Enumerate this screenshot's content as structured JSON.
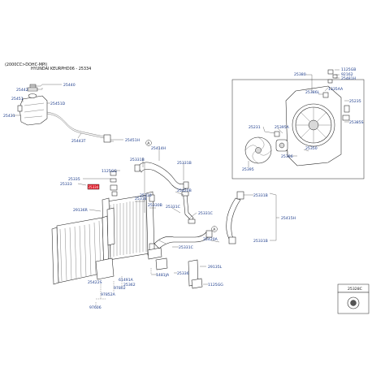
{
  "header": {
    "engine": "(2000CC>DOHC-MPI)",
    "model_code": "HYUNDAI KEURPHD06 - 25334"
  },
  "labels": {
    "l25440": "25440",
    "l25442": "25442",
    "l25451": "25451",
    "l25451D": "25451D",
    "l25431": "25431",
    "l25443T": "25443T",
    "l25451H": "25451H",
    "l25414H": "25414H",
    "l25331B_a": "25331B",
    "l25331B_b": "25331B",
    "l1125GG_a": "1125GG",
    "l25335": "25335",
    "l25333": "25333",
    "l25334": "25334",
    "l25310": "25310",
    "l25318": "25318",
    "l25330B": "25330B",
    "l25420B": "25420B",
    "l25331C_a": "25331C",
    "l25331C_b": "25331C",
    "l25331B_c": "25331B",
    "l25415H": "25415H",
    "l25331B_d": "25331B",
    "l25420A": "25420A",
    "l25331C_c": "25331C",
    "l29136R": "29136R",
    "l29135L": "29135L",
    "l1481JA": "1481JA",
    "l25336": "25336",
    "l1125GG_b": "1125GG",
    "l25422S": "25422S",
    "l97802": "97802",
    "l97852A": "97852A",
    "l97606": "97606",
    "l61491A": "61491A",
    "l25362": "25362",
    "l25380": "25380",
    "l1125GB": "1125GB",
    "l92162": "92162",
    "l25481H": "25481H",
    "l1335AA": "1335AA",
    "l25386L": "25386L",
    "l25235": "25235",
    "l25385S": "25385S",
    "l25231": "25231",
    "l25395A": "25395A",
    "l25386": "25386",
    "l25350": "25350",
    "l25395": "25395",
    "l25328C": "25328C"
  },
  "callouts": {
    "a1": "A",
    "a2": "A"
  },
  "icons": {
    "legend": "nut-fastener-icon"
  }
}
